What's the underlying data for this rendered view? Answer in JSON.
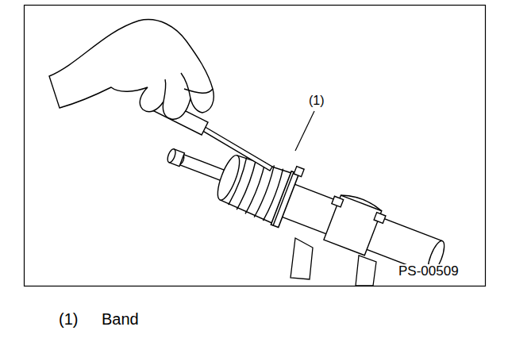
{
  "diagram": {
    "labels": [
      "(1)",
      "PS-00509",
      "(1)",
      "Band"
    ]
  }
}
